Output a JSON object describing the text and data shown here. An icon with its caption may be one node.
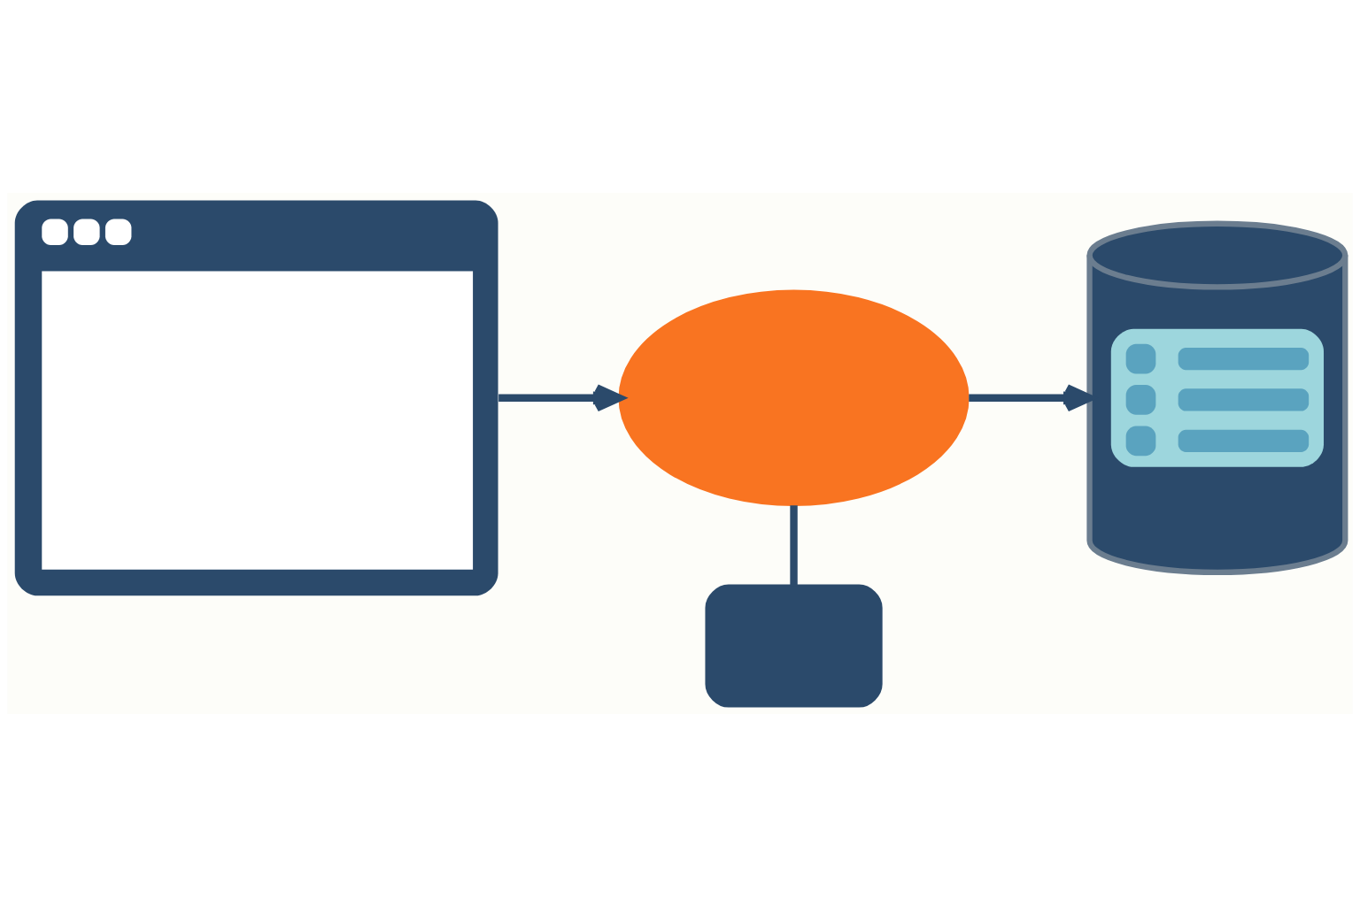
{
  "diagram": {
    "nodes": [
      {
        "text": [],
        "shape": "box"
      },
      {
        "text": [],
        "shape": "cloud"
      },
      {
        "text": [],
        "shape": "cylinder"
      },
      {
        "text": [],
        "shape": "envelope"
      }
    ],
    "edges": [
      {
        "from": 0,
        "to": 1,
        "arrow": "to"
      },
      {
        "from": 1,
        "to": 2,
        "arrow": "to"
      },
      {
        "from": 1,
        "to": 3,
        "arrow": "none"
      }
    ]
  }
}
